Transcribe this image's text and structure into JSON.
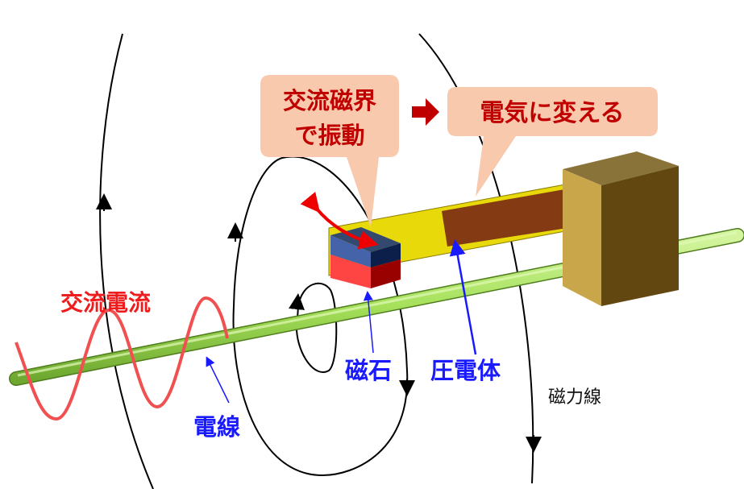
{
  "callouts": {
    "vibrate_line1": "交流磁界",
    "vibrate_line2": "で振動",
    "convert": "電気に変える"
  },
  "labels": {
    "ac_current": "交流電流",
    "wire": "電線",
    "magnet": "磁石",
    "piezo": "圧電体",
    "field_lines": "磁力線"
  },
  "colors": {
    "callout_fill": "#f8c9ad",
    "callout_text": "#c00000",
    "label_blue": "#1a1aff",
    "label_red": "#ee1c1c",
    "wire": "#a5e05a",
    "beam": "#e8d90a",
    "piezo": "#843a12",
    "block_front": "#c9a64a",
    "block_side": "#624710"
  }
}
